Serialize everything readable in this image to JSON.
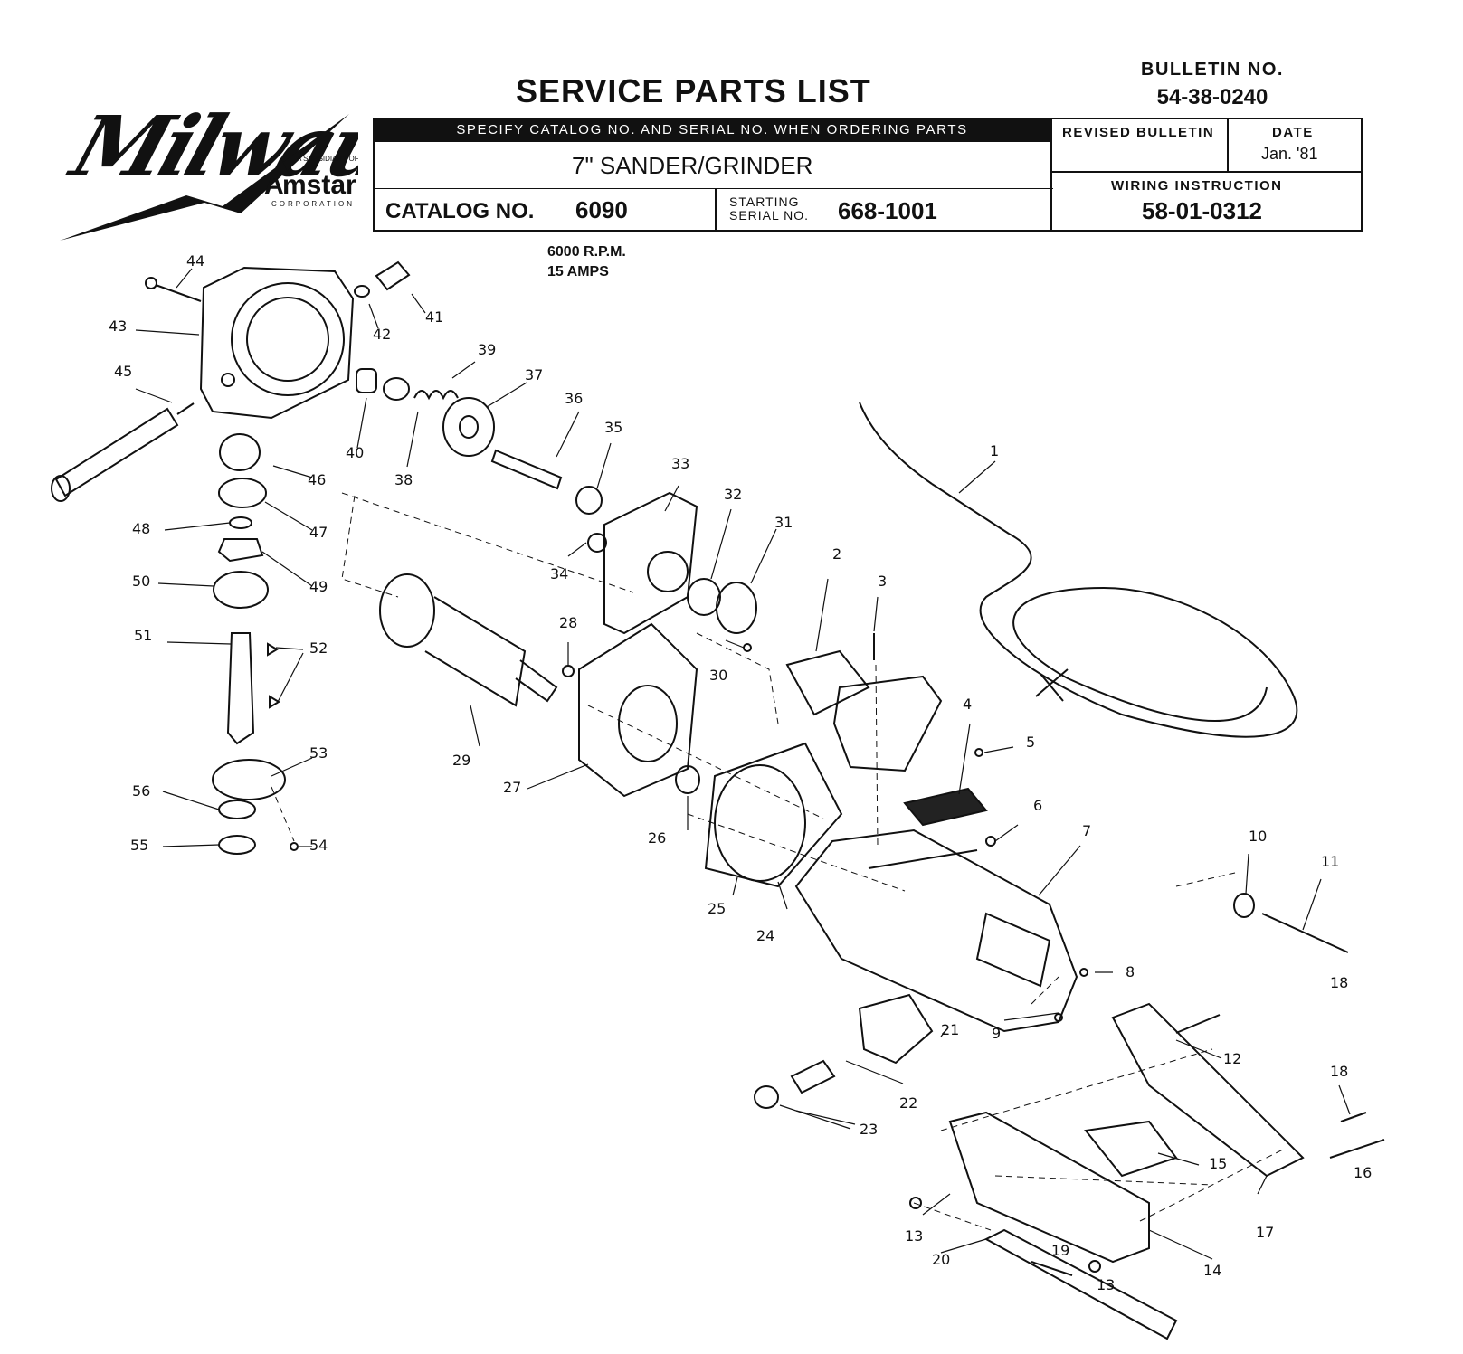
{
  "brand": {
    "logo_text": "Milwaukee",
    "subsidiary_text": "A SUBSIDIARY OF",
    "parent_name": "Amstar",
    "parent_sub": "CORPORATION"
  },
  "header": {
    "title": "SERVICE PARTS LIST",
    "bulletin_label": "BULLETIN NO.",
    "bulletin_value": "54-38-0240",
    "specify_notice": "SPECIFY CATALOG NO. AND SERIAL NO. WHEN ORDERING PARTS",
    "tool_name": "7\" SANDER/GRINDER",
    "catalog_label": "CATALOG NO.",
    "catalog_value": "6090",
    "serial_label_1": "STARTING",
    "serial_label_2": "SERIAL NO.",
    "serial_value": "668-1001",
    "revised_label": "REVISED BULLETIN",
    "date_label": "DATE",
    "date_value": "Jan. '81",
    "wiring_label": "WIRING INSTRUCTION",
    "wiring_value": "58-01-0312"
  },
  "specs": {
    "rpm": "6000 R.P.M.",
    "amps": "15 AMPS"
  },
  "callouts": [
    {
      "id": "1",
      "label": "1"
    },
    {
      "id": "2",
      "label": "2"
    },
    {
      "id": "3",
      "label": "3"
    },
    {
      "id": "4",
      "label": "4"
    },
    {
      "id": "5",
      "label": "5"
    },
    {
      "id": "6",
      "label": "6"
    },
    {
      "id": "7",
      "label": "7"
    },
    {
      "id": "8",
      "label": "8"
    },
    {
      "id": "9",
      "label": "9"
    },
    {
      "id": "10",
      "label": "10"
    },
    {
      "id": "11",
      "label": "11"
    },
    {
      "id": "12",
      "label": "12"
    },
    {
      "id": "13a",
      "label": "13"
    },
    {
      "id": "13b",
      "label": "13"
    },
    {
      "id": "14",
      "label": "14"
    },
    {
      "id": "15",
      "label": "15"
    },
    {
      "id": "16",
      "label": "16"
    },
    {
      "id": "17",
      "label": "17"
    },
    {
      "id": "18a",
      "label": "18"
    },
    {
      "id": "18b",
      "label": "18"
    },
    {
      "id": "19",
      "label": "19"
    },
    {
      "id": "20",
      "label": "20"
    },
    {
      "id": "21",
      "label": "21"
    },
    {
      "id": "22",
      "label": "22"
    },
    {
      "id": "23",
      "label": "23"
    },
    {
      "id": "24",
      "label": "24"
    },
    {
      "id": "25",
      "label": "25"
    },
    {
      "id": "26",
      "label": "26"
    },
    {
      "id": "27",
      "label": "27"
    },
    {
      "id": "28",
      "label": "28"
    },
    {
      "id": "29",
      "label": "29"
    },
    {
      "id": "30",
      "label": "30"
    },
    {
      "id": "31",
      "label": "31"
    },
    {
      "id": "32",
      "label": "32"
    },
    {
      "id": "33",
      "label": "33"
    },
    {
      "id": "34",
      "label": "34"
    },
    {
      "id": "35",
      "label": "35"
    },
    {
      "id": "36",
      "label": "36"
    },
    {
      "id": "37",
      "label": "37"
    },
    {
      "id": "38",
      "label": "38"
    },
    {
      "id": "39",
      "label": "39"
    },
    {
      "id": "40",
      "label": "40"
    },
    {
      "id": "41",
      "label": "41"
    },
    {
      "id": "42",
      "label": "42"
    },
    {
      "id": "43",
      "label": "43"
    },
    {
      "id": "44",
      "label": "44"
    },
    {
      "id": "45",
      "label": "45"
    },
    {
      "id": "46",
      "label": "46"
    },
    {
      "id": "47",
      "label": "47"
    },
    {
      "id": "48",
      "label": "48"
    },
    {
      "id": "49",
      "label": "49"
    },
    {
      "id": "50",
      "label": "50"
    },
    {
      "id": "51",
      "label": "51"
    },
    {
      "id": "52",
      "label": "52"
    },
    {
      "id": "53",
      "label": "53"
    },
    {
      "id": "54",
      "label": "54"
    },
    {
      "id": "55",
      "label": "55"
    },
    {
      "id": "56",
      "label": "56"
    }
  ]
}
